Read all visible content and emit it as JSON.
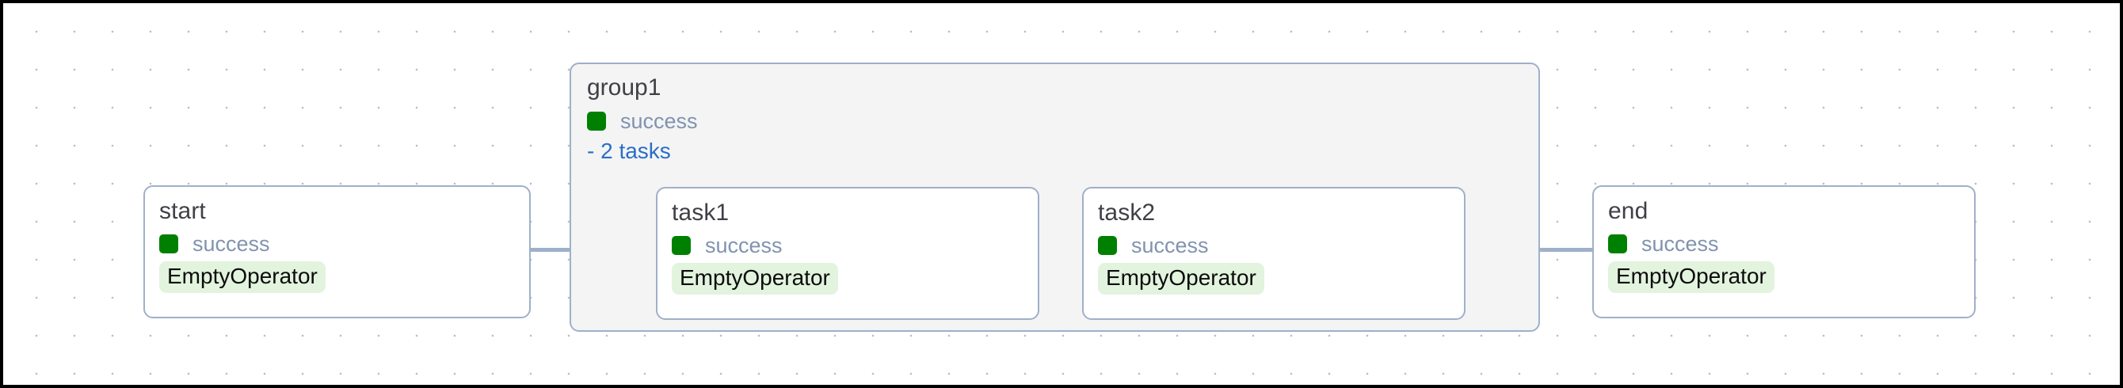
{
  "canvas": {
    "background_color": "#ffffff",
    "grid_dot_color": "#b9bcc9",
    "frame_color": "#000000",
    "edge_color": "#9fb0c9"
  },
  "nodes": [
    {
      "id": "start",
      "title": "start",
      "status": "success",
      "status_color": "#008000",
      "operator": "EmptyOperator",
      "operator_bg": "#e2f3de"
    },
    {
      "id": "task1",
      "title": "task1",
      "status": "success",
      "status_color": "#008000",
      "operator": "EmptyOperator",
      "operator_bg": "#e2f3de"
    },
    {
      "id": "task2",
      "title": "task2",
      "status": "success",
      "status_color": "#008000",
      "operator": "EmptyOperator",
      "operator_bg": "#e2f3de"
    },
    {
      "id": "end",
      "title": "end",
      "status": "success",
      "status_color": "#008000",
      "operator": "EmptyOperator",
      "operator_bg": "#e2f3de"
    }
  ],
  "group": {
    "id": "group1",
    "title": "group1",
    "status": "success",
    "status_color": "#008000",
    "tasks_label": "- 2 tasks",
    "tasks_link_color": "#2a6fc4",
    "background_color": "#f4f4f5",
    "border_color": "#9fb0c9"
  },
  "edges": [
    {
      "id": "start-to-group1",
      "from": "start",
      "to": "group1"
    },
    {
      "id": "task1-to-task2",
      "from": "task1",
      "to": "task2"
    },
    {
      "id": "group1-to-end",
      "from": "group1",
      "to": "end"
    }
  ]
}
